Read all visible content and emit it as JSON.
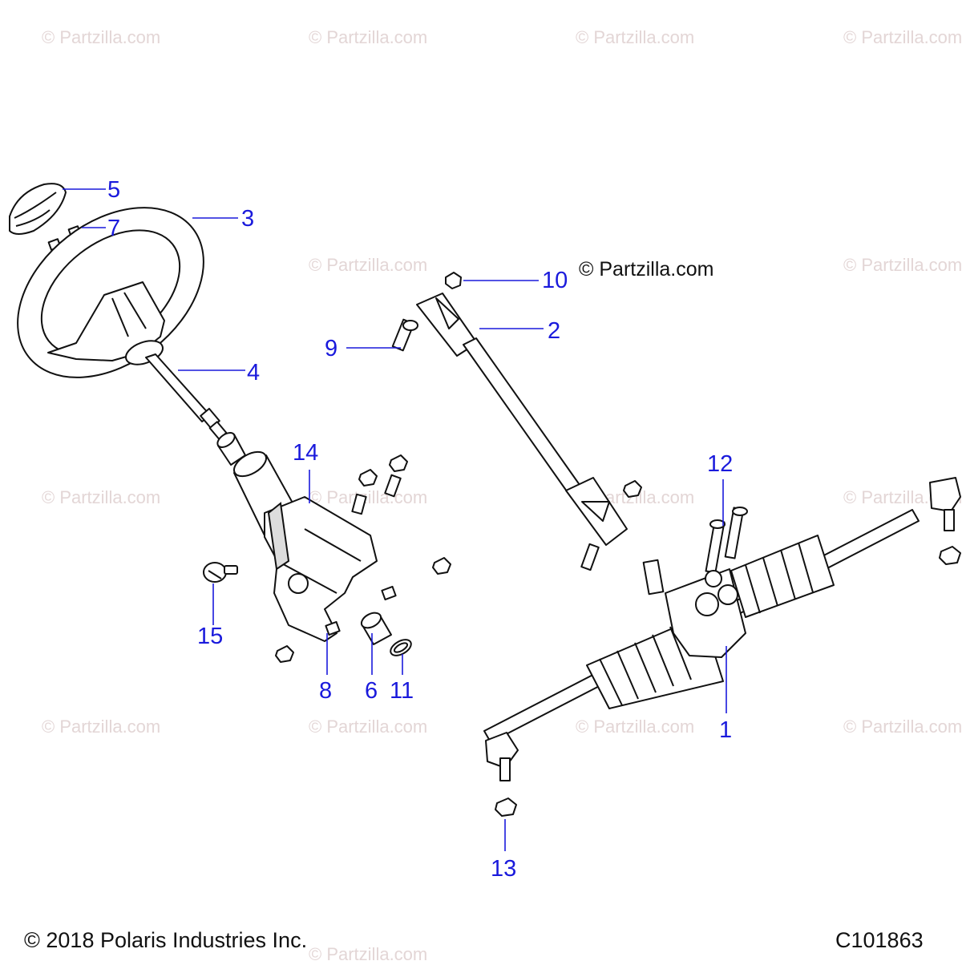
{
  "watermark": "© Partzilla.com",
  "credit": "© Partzilla.com",
  "copyright": "© 2018 Polaris Industries Inc.",
  "diagram_code": "C101863",
  "callouts": {
    "c1": "1",
    "c2": "2",
    "c3": "3",
    "c4": "4",
    "c5": "5",
    "c6": "6",
    "c7": "7",
    "c8": "8",
    "c9": "9",
    "c10": "10",
    "c11": "11",
    "c12": "12",
    "c13": "13",
    "c14": "14",
    "c15": "15"
  },
  "colors": {
    "callout": "#1a1adc",
    "watermark": "#e3d6d6",
    "line": "#111111"
  }
}
